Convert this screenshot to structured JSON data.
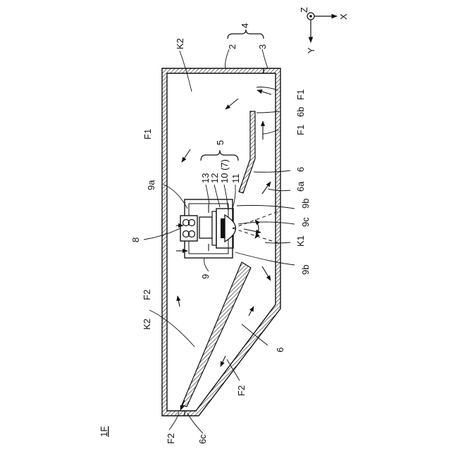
{
  "figure_label": "1F",
  "labels": {
    "group_4": "4",
    "part_2": "2",
    "part_3": "3",
    "K2_top": "K2",
    "F1_a": "F1",
    "F1_b": "F1",
    "F1_c": "F1",
    "part_6b": "6b",
    "group_5": "5",
    "part_6_top": "6",
    "part_6a": "6a",
    "part_13": "13",
    "part_12": "12",
    "part_10_7": "10 (7)",
    "part_11": "11",
    "part_9a": "9a",
    "part_9b_top": "9b",
    "part_9c": "9c",
    "part_8": "8",
    "K1": "K1",
    "part_9": "9",
    "part_9b_bot": "9b",
    "F2_left": "F2",
    "K2_bot": "K2",
    "part_6_bot": "6",
    "F2_mid": "F2",
    "F2_bottom": "F2",
    "part_6c": "6c"
  },
  "axes": {
    "z": "Z",
    "x": "X",
    "y": "Y"
  }
}
